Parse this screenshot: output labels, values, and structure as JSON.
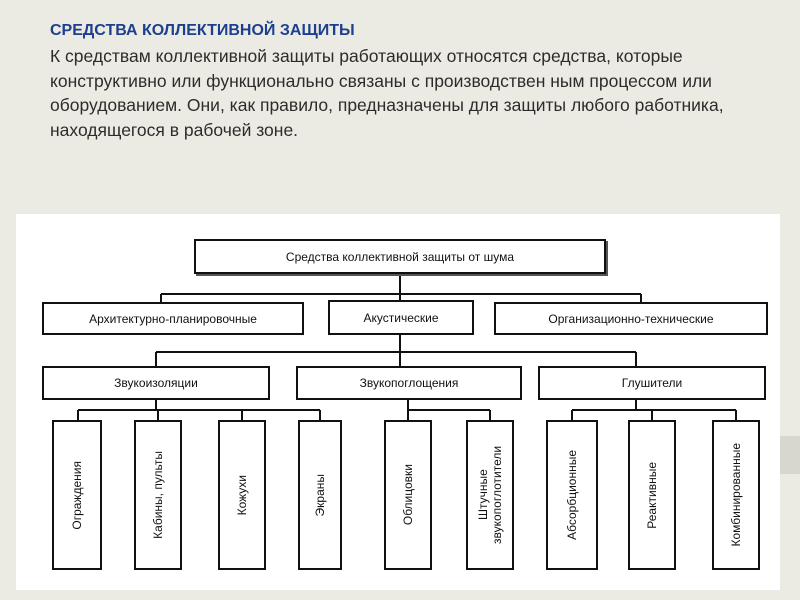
{
  "slide": {
    "heading": "СРЕДСТВА КОЛЛЕКТИВНОЙ ЗАЩИТЫ",
    "intro": "К средствам коллективной защиты работающих относятся средства, которые конструктивно или функционально связаны с производствен ным процессом или оборудованием. Они, как правило, предназначены для защиты любого работника, находящегося в рабочей зоне."
  },
  "diagram": {
    "root": "Средства коллективной защиты от шума",
    "categories": [
      "Архитектурно-планировочные",
      "Акустические",
      "Организационно-технические"
    ],
    "groups": [
      "Звукоизоляции",
      "Звукопоглощения",
      "Глушители"
    ],
    "leaves": [
      "Ограждения",
      "Кабины, пульты",
      "Кожухи",
      "Экраны",
      "Облицовки",
      "Штучные звукопоглотители",
      "Абсорбционные",
      "Реактивные",
      "Комбинированные"
    ]
  },
  "colors": {
    "heading": "#1c3f8e",
    "body_text": "#2c2c2c",
    "slide_background": "#ecebe3",
    "diagram_background": "#ffffff",
    "lines": "#111111"
  }
}
